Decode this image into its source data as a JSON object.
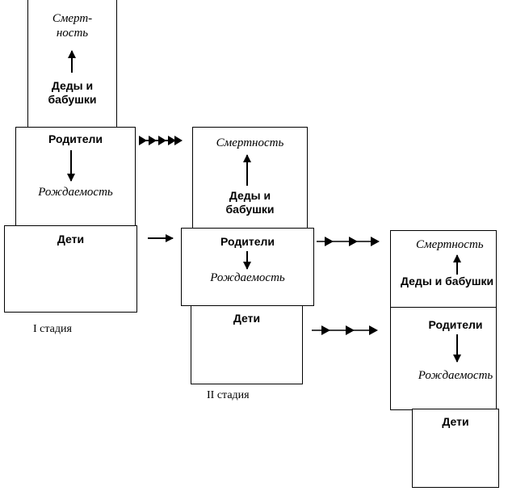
{
  "stage1": {
    "mortality": "Смерт-\nность",
    "grandparents": "Деды и\nбабушки",
    "parents": "Родители",
    "birthrate": "Рождаемость",
    "children": "Дети",
    "caption": "I стадия"
  },
  "stage2": {
    "mortality": "Смертность",
    "grandparents": "Деды и\nбабушки",
    "parents": "Родители",
    "birthrate": "Рождаемость",
    "children": "Дети",
    "caption": "II стадия"
  },
  "stage3": {
    "mortality": "Смертность",
    "grandparents": "Деды и бабушки",
    "parents": "Родители",
    "birthrate": "Рождаемость",
    "children": "Дети"
  }
}
